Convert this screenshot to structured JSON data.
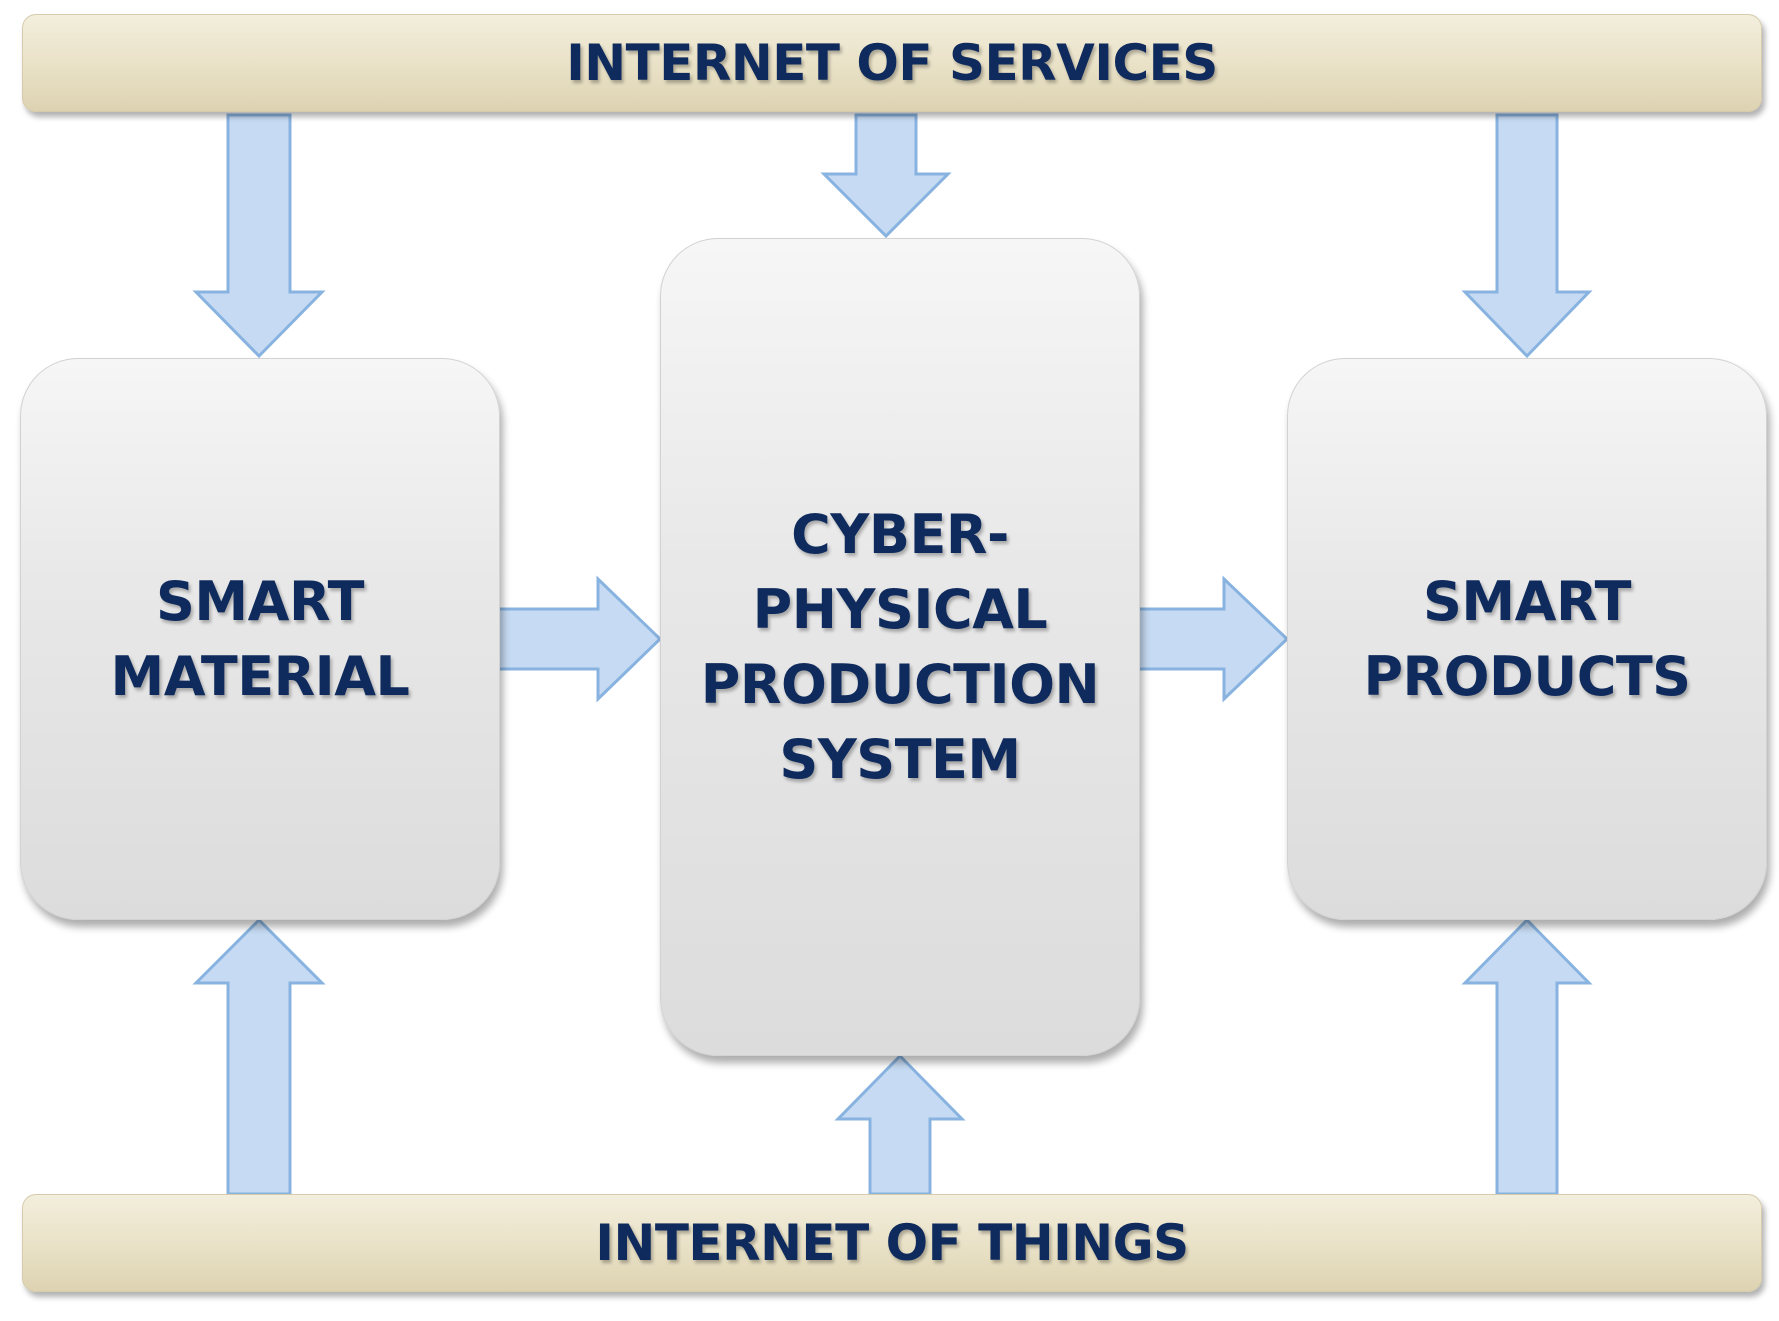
{
  "top_bar": {
    "label": "INTERNET OF SERVICES"
  },
  "bottom_bar": {
    "label": "INTERNET OF THINGS"
  },
  "boxes": {
    "left": {
      "lines": [
        "SMART",
        "MATERIAL"
      ]
    },
    "center": {
      "lines": [
        "CYBER-",
        "PHYSICAL",
        "PRODUCTION",
        "SYSTEM"
      ]
    },
    "right": {
      "lines": [
        "SMART",
        "PRODUCTS"
      ]
    }
  },
  "colors": {
    "text": "#0f2a5c",
    "bar_fill": "#e9e1c6",
    "box_fill": "#e6e6e6",
    "arrow_fill": "#c6dbf3",
    "arrow_stroke": "#88b3e0"
  }
}
